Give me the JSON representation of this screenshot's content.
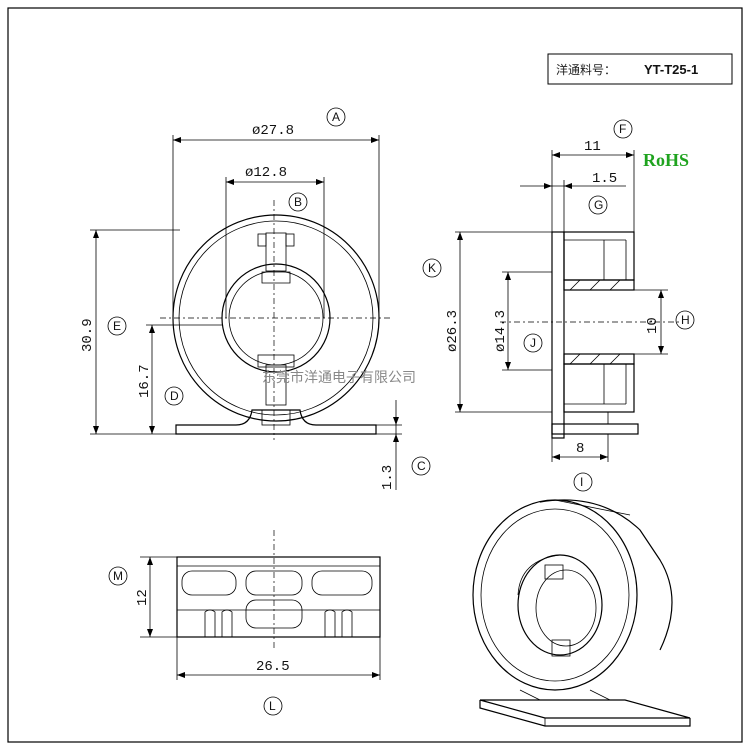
{
  "title_block": {
    "label": "洋通料号：",
    "part_number": "YT-T25-1"
  },
  "rohs": {
    "text": "RoHS",
    "color": "#1fa31f"
  },
  "watermark": "东莞市洋通电子有限公司",
  "front_view": {
    "dim_a": {
      "value": "ø27.8",
      "label": "A"
    },
    "dim_b": {
      "value": "ø12.8",
      "label": "B"
    },
    "dim_e": {
      "value": "30.9",
      "label": "E"
    },
    "dim_d": {
      "value": "16.7",
      "label": "D"
    },
    "dim_c": {
      "value": "1.3",
      "label": "C"
    }
  },
  "side_view": {
    "dim_f": {
      "value": "11",
      "label": "F"
    },
    "dim_g": {
      "value": "1.5",
      "label": "G"
    },
    "dim_k": {
      "value": "ø26.3",
      "label": "K"
    },
    "dim_j": {
      "value": "ø14.3",
      "label": "J"
    },
    "dim_h": {
      "value": "10",
      "label": "H"
    },
    "dim_i": {
      "value": "8",
      "label": "I"
    }
  },
  "bottom_view": {
    "dim_m": {
      "value": "12",
      "label": "M"
    },
    "dim_l": {
      "value": "26.5",
      "label": "L"
    }
  }
}
